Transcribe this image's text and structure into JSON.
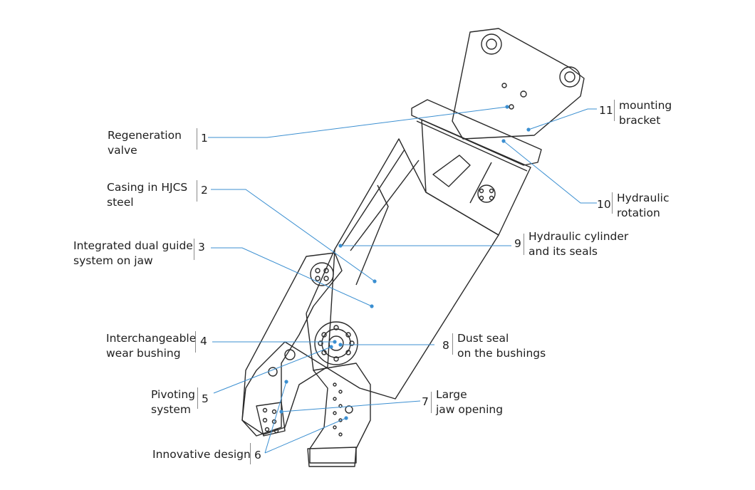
{
  "callouts": [
    {
      "id": "1",
      "number": "1",
      "text": "Regeneration\nvalve"
    },
    {
      "id": "2",
      "number": "2",
      "text": "Casing in HJCS\nsteel"
    },
    {
      "id": "3",
      "number": "3",
      "text": "Integrated dual guide\nsystem on jaw"
    },
    {
      "id": "4",
      "number": "4",
      "text": "Interchangeable\nwear bushing"
    },
    {
      "id": "5",
      "number": "5",
      "text": "Pivoting\nsystem"
    },
    {
      "id": "6",
      "number": "6",
      "text": "Innovative design"
    },
    {
      "id": "7",
      "number": "7",
      "text": "Large\njaw opening"
    },
    {
      "id": "8",
      "number": "8",
      "text": "Dust seal\non the bushings"
    },
    {
      "id": "9",
      "number": "9",
      "text": "Hydraulic cylinder\nand its seals"
    },
    {
      "id": "10",
      "number": "10",
      "text": "Hydraulic\nrotation"
    },
    {
      "id": "11",
      "number": "11",
      "text": "mounting\nbracket"
    }
  ],
  "colors": {
    "leader": "#3b8fd1",
    "outline": "#2a2a2a",
    "text": "#1e1e1e"
  }
}
